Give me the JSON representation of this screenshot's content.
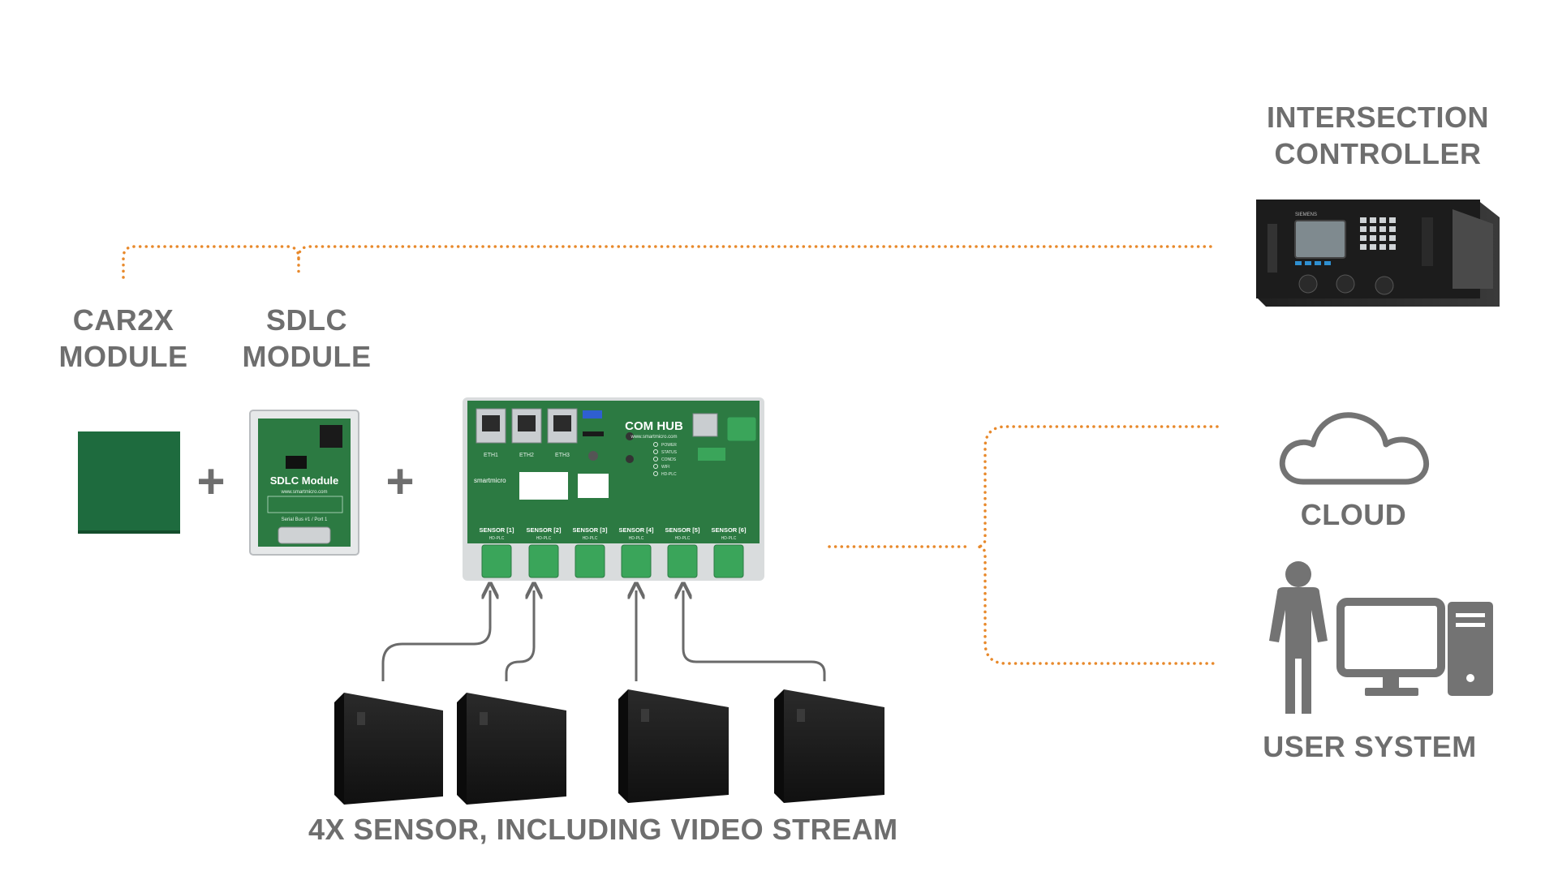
{
  "nodes": {
    "car2x": {
      "line1": "CAR2X",
      "line2": "MODULE"
    },
    "sdlc": {
      "line1": "SDLC",
      "line2": "MODULE",
      "board_title": "SDLC Module",
      "board_site": "www.smartmicro.com",
      "board_footer": "Serial Bus #1 / Port 1"
    },
    "com_hub": {
      "title": "COM HUB",
      "site": "www.smartmicro.com",
      "brand": "smartmicro",
      "eth_ports": [
        "ETH1",
        "ETH2",
        "ETH3"
      ],
      "status_leds": [
        "POWER",
        "STATUS",
        "CONDS",
        "WIFI",
        "HD-PLC"
      ],
      "sensor_ports": [
        "SENSOR [1]",
        "SENSOR [2]",
        "SENSOR [3]",
        "SENSOR [4]",
        "SENSOR [5]",
        "SENSOR [6]"
      ],
      "port_sublabel": "HD-PLC"
    },
    "controller": {
      "line1": "INTERSECTION",
      "line2": "CONTROLLER",
      "brand": "SIEMENS"
    },
    "cloud": {
      "label": "CLOUD"
    },
    "user_system": {
      "label": "USER SYSTEM"
    },
    "sensors": {
      "label": "4X SENSOR, INCLUDING VIDEO STREAM",
      "count": 4
    }
  },
  "operators": [
    "+",
    "+"
  ],
  "colors": {
    "text": "#6e6e6e",
    "dotted_link": "#e8892b",
    "arrow": "#6a6a6a",
    "module_green": "#1e6b3e",
    "board_green": "#2c7a42",
    "terminal_green": "#3aa55a",
    "icon_gray": "#737373",
    "sensor_black": "#1b1b1b"
  }
}
